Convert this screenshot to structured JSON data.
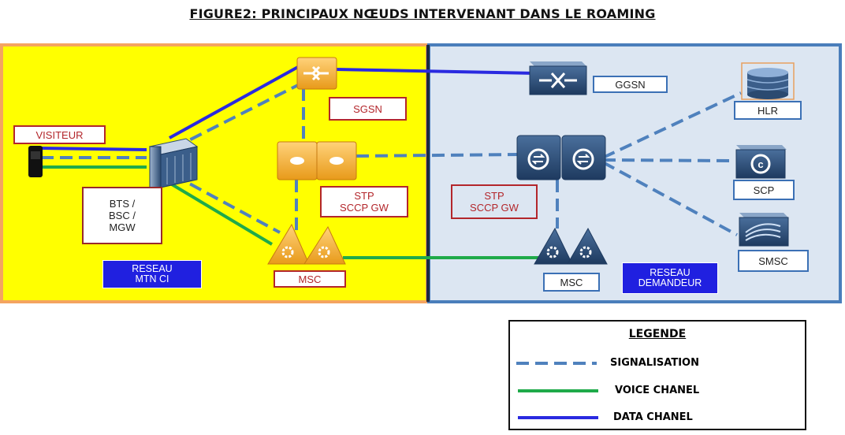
{
  "title": "FIGURE2: PRINCIPAUX NŒUDS INTERVENANT DANS LE ROAMING",
  "colors": {
    "left_zone_fill": "#ffff00",
    "left_zone_border": "#f4a460",
    "right_zone_fill": "#dce6f2",
    "right_zone_border": "#4a7ebb",
    "signalisation": "#4f81bd",
    "voice": "#1faa4a",
    "data": "#2a2ae0"
  },
  "left_network": {
    "visiteur": "VISITEUR",
    "bts": "BTS /\nBSC /\nMGW",
    "sgsn": "SGSN",
    "stp": "STP\nSCCP GW",
    "msc": "MSC",
    "reseau": "RESEAU\nMTN  CI"
  },
  "right_network": {
    "ggsn": "GGSN",
    "hlr": "HLR",
    "stp": "STP\nSCCP GW",
    "scp": "SCP",
    "smsc": "SMSC",
    "msc": "MSC",
    "reseau": "RESEAU\nDEMANDEUR"
  },
  "legend": {
    "title": "LEGENDE",
    "items": [
      {
        "label": "SIGNALISATION",
        "style": "dashed",
        "color": "#4f81bd"
      },
      {
        "label": "VOICE CHANEL",
        "style": "solid",
        "color": "#1faa4a"
      },
      {
        "label": "DATA CHANEL",
        "style": "solid",
        "color": "#2a2ae0"
      }
    ]
  }
}
